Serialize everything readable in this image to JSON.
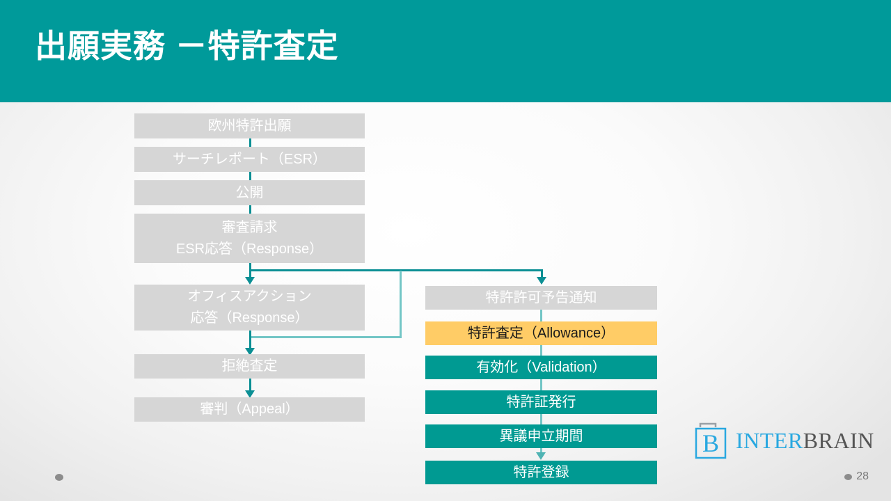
{
  "slide": {
    "title": "出願実務 －特許査定",
    "page_number": "28",
    "colors": {
      "header_teal": "#009a9a",
      "node_teal": "#009a92",
      "node_gray": "#d6d6d6",
      "node_amber": "#ffcc66",
      "connector": "#0b8f94",
      "connector_light": "#73c6c6",
      "logo_blue": "#29a8e0",
      "logo_gray": "#555555"
    }
  },
  "flow": {
    "left_column": [
      {
        "id": "european-patent-application",
        "lines": [
          "欧州特許出願"
        ],
        "style": "gray"
      },
      {
        "id": "search-report-esr",
        "lines": [
          "サーチレポート（ESR）"
        ],
        "style": "gray"
      },
      {
        "id": "publication",
        "lines": [
          "公開"
        ],
        "style": "gray"
      },
      {
        "id": "examination-request",
        "lines": [
          "審査請求",
          "ESR応答（Response）"
        ],
        "style": "gray"
      },
      {
        "id": "office-action",
        "lines": [
          "オフィスアクション",
          "応答（Response）"
        ],
        "style": "gray"
      },
      {
        "id": "refusal-decision",
        "lines": [
          "拒絶査定"
        ],
        "style": "gray"
      },
      {
        "id": "appeal",
        "lines": [
          "審判（Appeal）"
        ],
        "style": "gray"
      }
    ],
    "right_column": [
      {
        "id": "notice-of-intent-to-grant",
        "lines": [
          "特許許可予告通知"
        ],
        "style": "gray"
      },
      {
        "id": "allowance",
        "lines": [
          "特許査定（Allowance）"
        ],
        "style": "amber"
      },
      {
        "id": "validation",
        "lines": [
          "有効化（Validation）"
        ],
        "style": "teal"
      },
      {
        "id": "patent-certificate-issued",
        "lines": [
          "特許証発行"
        ],
        "style": "teal"
      },
      {
        "id": "opposition-period",
        "lines": [
          "異議申立期間"
        ],
        "style": "teal"
      },
      {
        "id": "patent-registration",
        "lines": [
          "特許登録"
        ],
        "style": "teal"
      }
    ]
  },
  "logo": {
    "mark_letter": "B",
    "word_primary": "INTER",
    "word_secondary": "BRAIN"
  }
}
